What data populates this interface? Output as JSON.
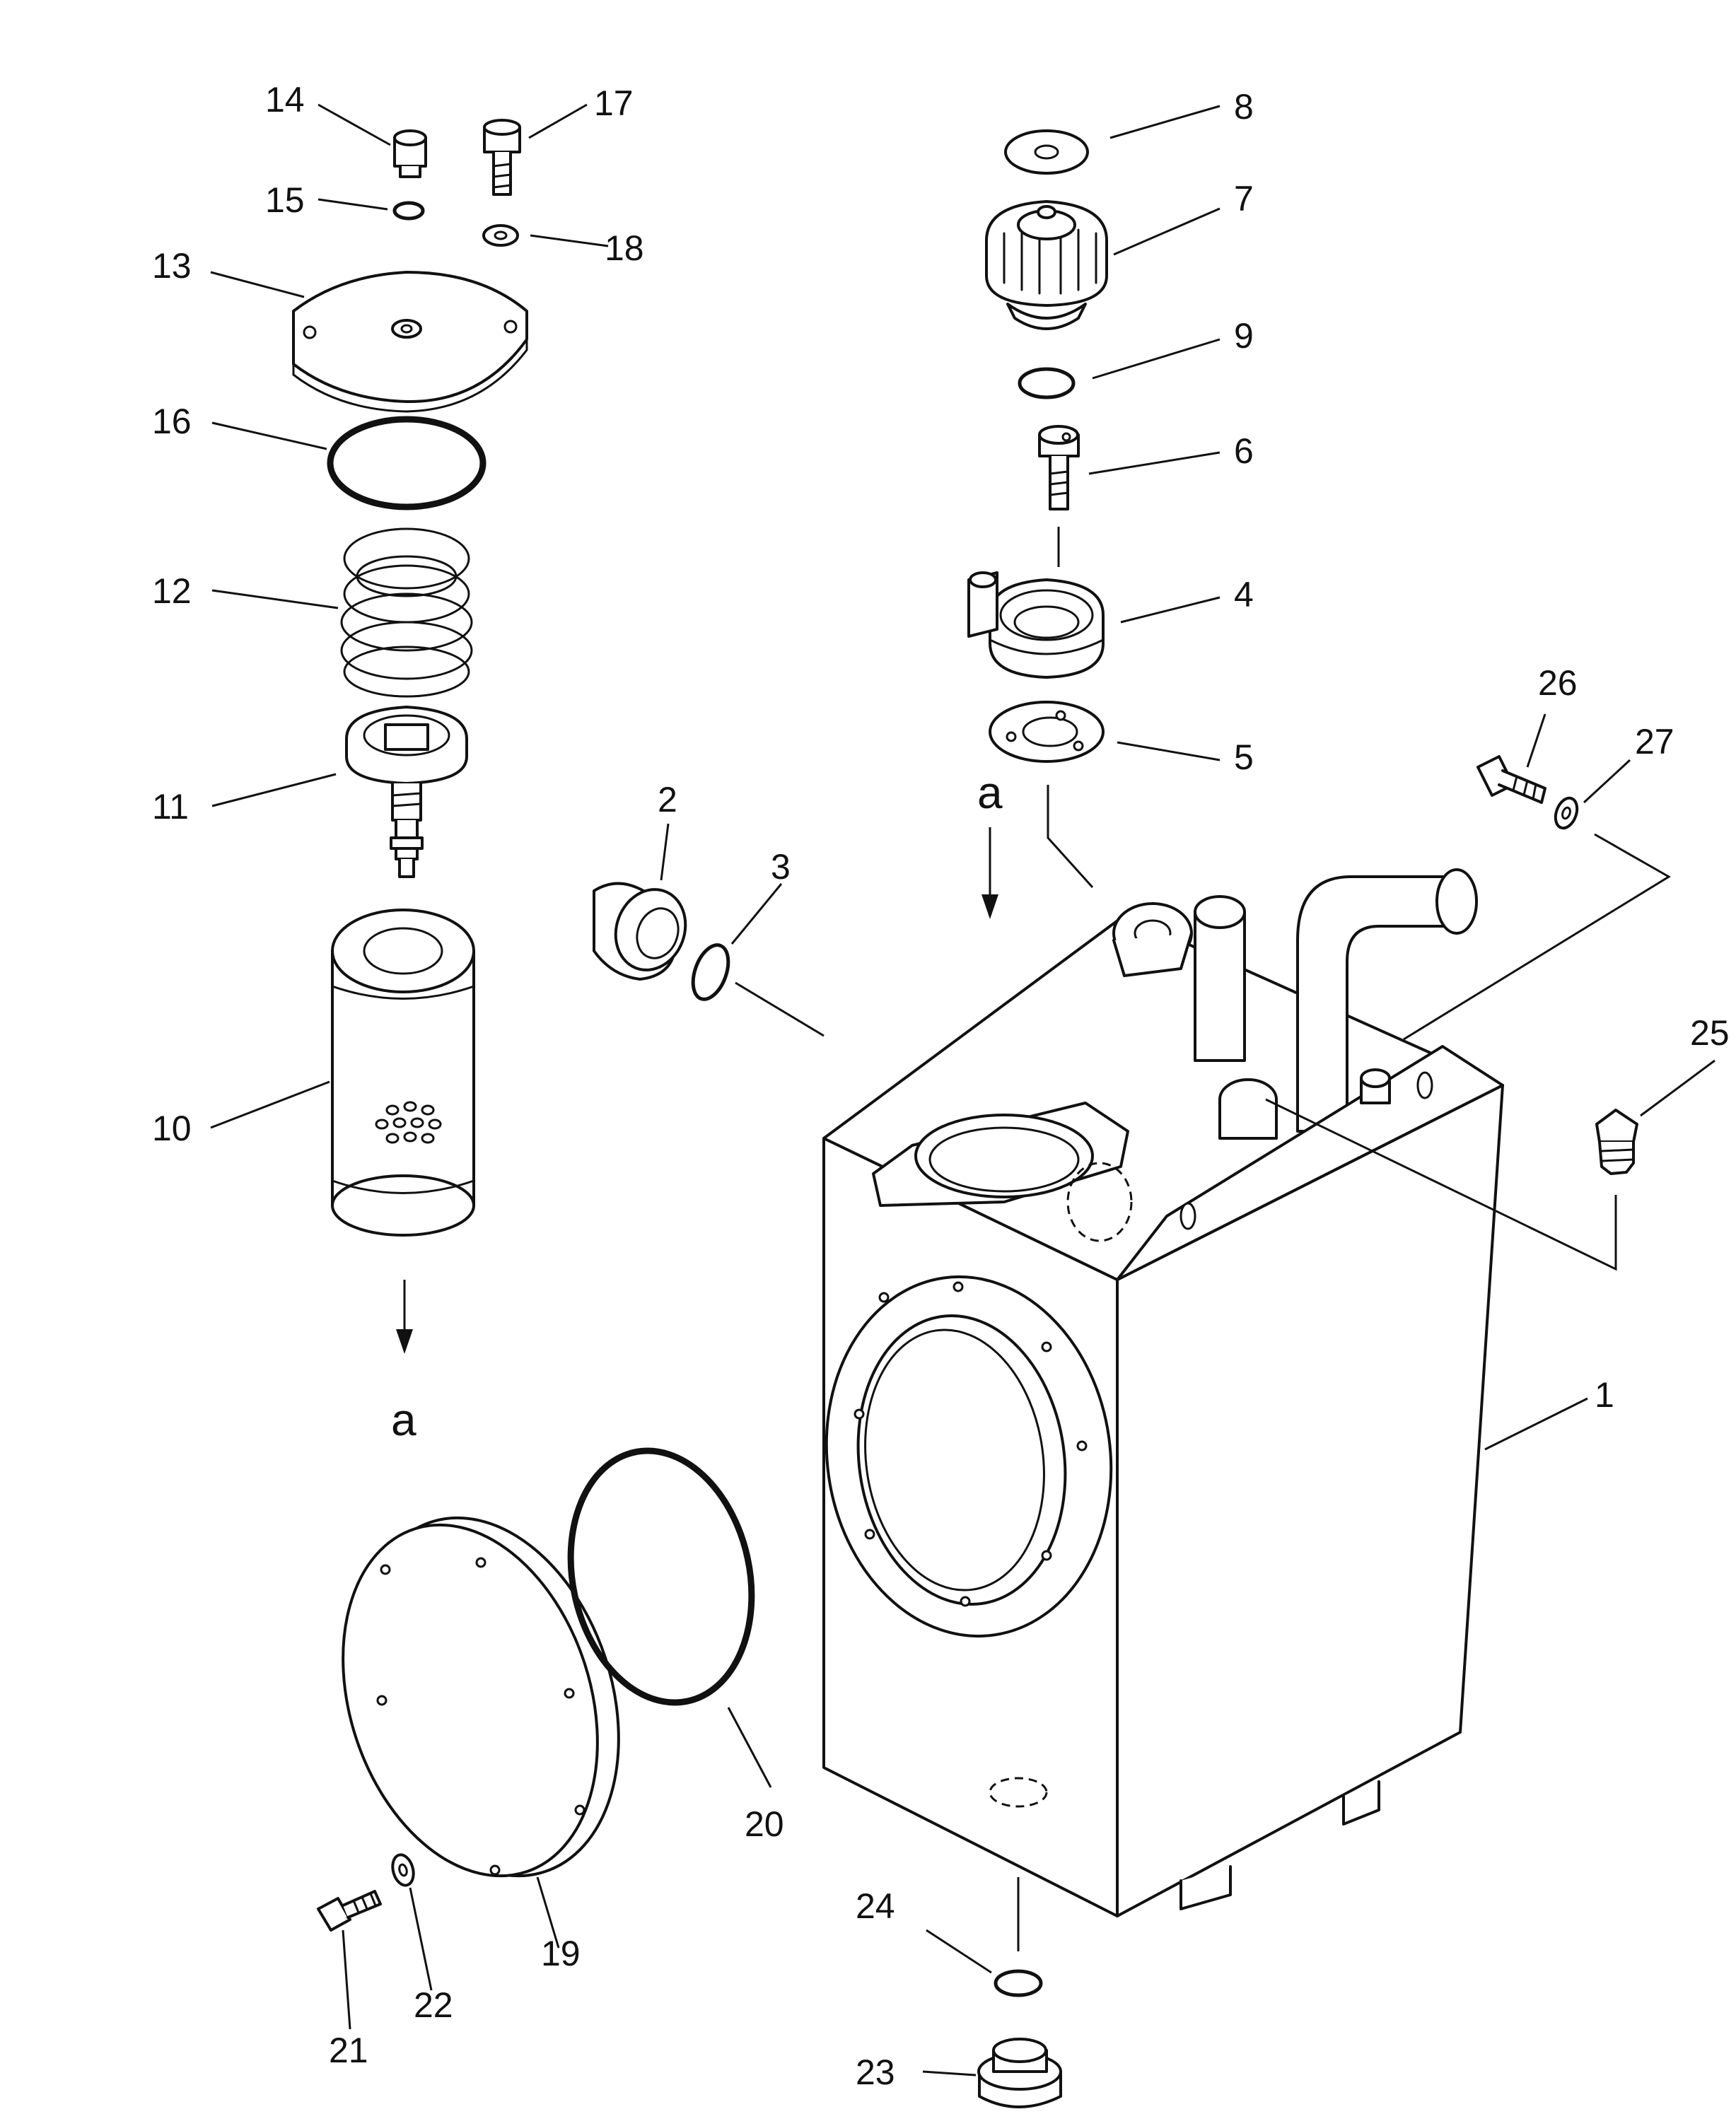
{
  "callouts": {
    "c1": "1",
    "c2": "2",
    "c3": "3",
    "c4": "4",
    "c5": "5",
    "c6": "6",
    "c7": "7",
    "c8": "8",
    "c9": "9",
    "c10": "10",
    "c11": "11",
    "c12": "12",
    "c13": "13",
    "c14": "14",
    "c15": "15",
    "c16": "16",
    "c17": "17",
    "c18": "18",
    "c19": "19",
    "c20": "20",
    "c21": "21",
    "c22": "22",
    "c23": "23",
    "c24": "24",
    "c25": "25",
    "c26": "26",
    "c27": "27"
  },
  "reference_marks": {
    "a_top": "a",
    "a_left": "a"
  },
  "colors": {
    "line": "#111111",
    "background": "#ffffff"
  }
}
